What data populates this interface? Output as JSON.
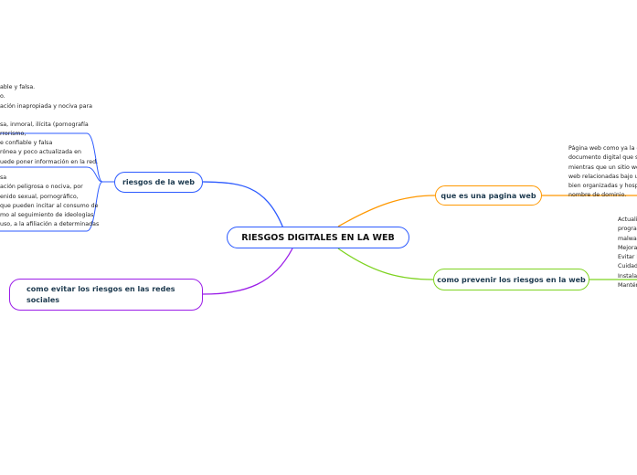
{
  "central": {
    "label": "RIESGOS DIGITALES EN LA WEB"
  },
  "branches": {
    "riesgos": {
      "label": "riesgos de la web",
      "color": "#2d5bff",
      "notes": [
        [
          "able y falsa.",
          "o.",
          "ación inapropiada y nociva para",
          "",
          "sa, inmoral, ilícita (pornografía",
          "rrorismo,"
        ],
        [
          "e confiable y falsa",
          "rónea y poco actualizada en",
          "uede poner información en la red."
        ],
        [
          "sa",
          "ación peligrosa o nociva, por",
          "enido sexual, pornográfico,",
          "que pueden incitar al consumo de",
          "mo al seguimiento de ideologías",
          "uso, a la afiliación a determinadas"
        ]
      ]
    },
    "pagina": {
      "label": "que es una pagina web",
      "color": "#ff9800",
      "note": [
        "Página web como ya la defi",
        "documento digital que se a",
        "mientras que un sitio web p",
        "web relacionadas bajo un n",
        "bien organizadas y hosped",
        "nombre de dominio."
      ]
    },
    "prevenir": {
      "label": "como prevenir los riesgos en la web",
      "color": "#7ed321",
      "note": [
        "Actualiz",
        "program",
        "malware",
        "Mejorar",
        "Evitar la",
        "Cuidado",
        "Instalar",
        "Mantény"
      ]
    },
    "evitar": {
      "label": "como evitar los riesgos en las redes sociales",
      "color": "#9b1de8"
    }
  }
}
